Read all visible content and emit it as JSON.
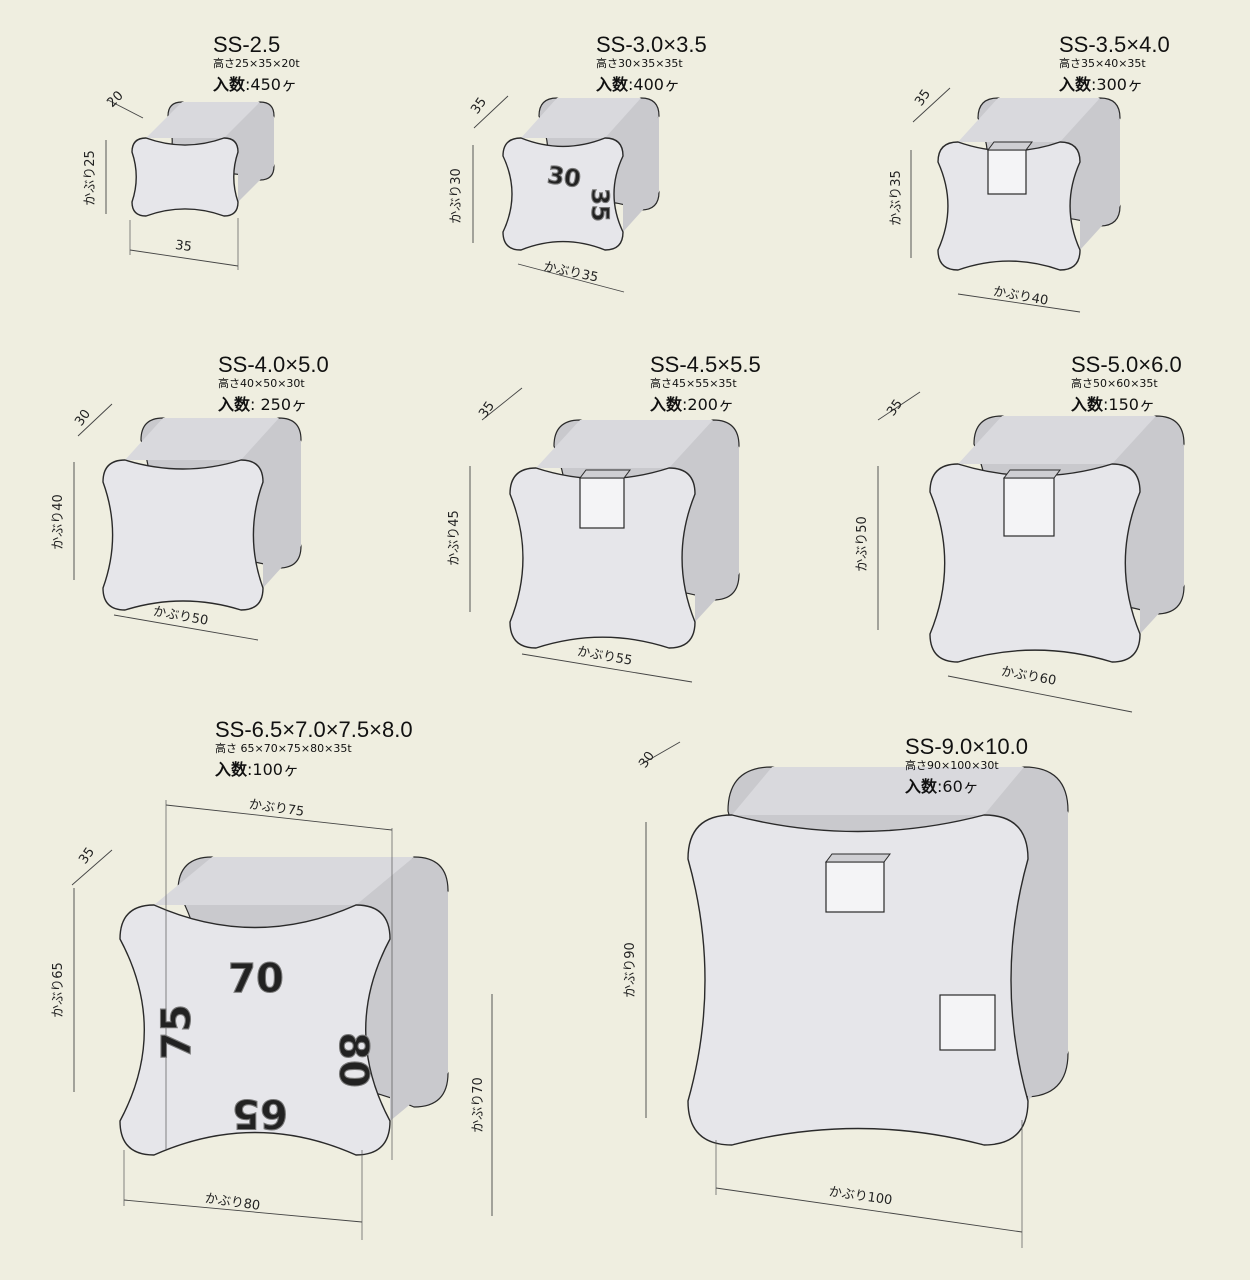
{
  "products": [
    {
      "model": "SS-2.5",
      "size": "高さ25×35×20t",
      "qty_label": "入数",
      "qty": ":450ヶ",
      "dims": [
        "20",
        "かぶり25",
        "35"
      ]
    },
    {
      "model": "SS-3.0×3.5",
      "size": "高さ30×35×35t",
      "qty_label": "入数",
      "qty": ":400ヶ",
      "dims": [
        "35",
        "かぶり30",
        "かぶり35"
      ],
      "stamps": [
        "30",
        "35"
      ]
    },
    {
      "model": "SS-3.5×4.0",
      "size": "高さ35×40×35t",
      "qty_label": "入数",
      "qty": ":300ヶ",
      "dims": [
        "35",
        "かぶり35",
        "かぶり40"
      ]
    },
    {
      "model": "SS-4.0×5.0",
      "size": "高さ40×50×30t",
      "qty_label": "入数",
      "qty": ": 250ヶ",
      "dims": [
        "30",
        "かぶり40",
        "かぶり50"
      ]
    },
    {
      "model": "SS-4.5×5.5",
      "size": "高さ45×55×35t",
      "qty_label": "入数",
      "qty": ":200ヶ",
      "dims": [
        "35",
        "かぶり45",
        "かぶり55"
      ]
    },
    {
      "model": "SS-5.0×6.0",
      "size": "高さ50×60×35t",
      "qty_label": "入数",
      "qty": ":150ヶ",
      "dims": [
        "35",
        "かぶり50",
        "かぶり60"
      ]
    },
    {
      "model": "SS-6.5×7.0×7.5×8.0",
      "size": "高さ 65×70×75×80×35t",
      "qty_label": "入数",
      "qty": ":100ヶ",
      "dims": [
        "35",
        "かぶり65",
        "かぶり75",
        "かぶり70",
        "かぶり80"
      ],
      "stamps": [
        "70",
        "75",
        "80",
        "65"
      ]
    },
    {
      "model": "SS-9.0×10.0",
      "size": "高さ90×100×30t",
      "qty_label": "入数",
      "qty": ":60ヶ",
      "dims": [
        "30",
        "かぶり90",
        "かぶり100"
      ]
    }
  ],
  "colors": {
    "background": "#efeee0",
    "face": "#e6e6ea",
    "side": "#c9c9cd",
    "outline": "#2a2a2a"
  }
}
